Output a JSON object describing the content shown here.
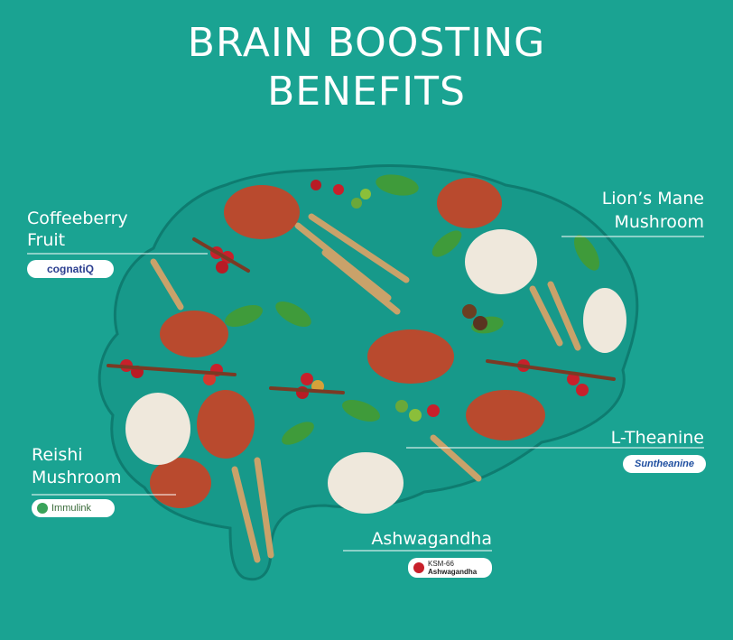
{
  "title_line1": "BRAIN BOOSTING",
  "title_line2": "BENEFITS",
  "colors": {
    "background": "#1aa392",
    "text": "#ffffff",
    "brain_fill": "#1e9c8c"
  },
  "labels": {
    "coffeeberry": {
      "line1": "Coffeeberry",
      "line2": "Fruit",
      "badge": "cognatiQ"
    },
    "lions_mane": {
      "line1": "Lion’s Mane",
      "line2": "Mushroom"
    },
    "reishi": {
      "line1": "Reishi",
      "line2": "Mushroom",
      "badge": "Immulink"
    },
    "theanine": {
      "line1": "L-Theanine",
      "badge": "Suntheanine"
    },
    "ashwagandha": {
      "line1": "Ashwagandha",
      "badge_line1": "KSM-66",
      "badge_line2": "Ashwagandha"
    }
  }
}
